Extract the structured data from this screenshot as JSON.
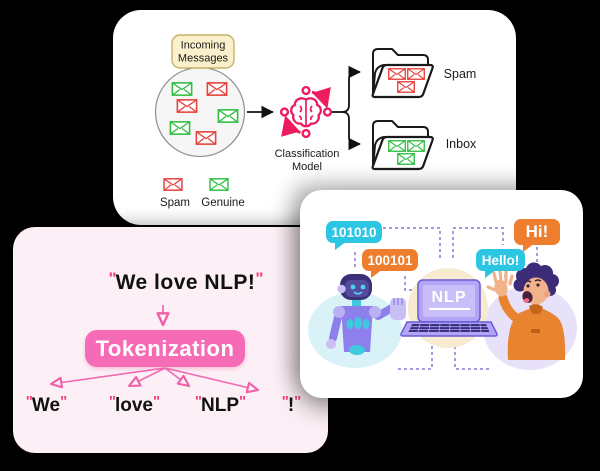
{
  "background_color": "#000000",
  "cards": {
    "spam_classifier": {
      "incoming_tag": {
        "line1": "Incoming",
        "line2": "Messages"
      },
      "legend": {
        "spam": "Spam",
        "genuine": "Genuine"
      },
      "model_label": {
        "line1": "Classification",
        "line2": "Model"
      },
      "folders": [
        {
          "label": "Spam",
          "envelope_color": "red"
        },
        {
          "label": "Inbox",
          "envelope_color": "green"
        }
      ]
    },
    "tokenization": {
      "quote": "\"",
      "sentence_text": "We love NLP!",
      "box_label": "Tokenization",
      "tokens": [
        {
          "text": "We"
        },
        {
          "text": "love"
        },
        {
          "text": "NLP"
        },
        {
          "text": "!"
        }
      ]
    },
    "nlp_illustration": {
      "bubbles": [
        {
          "text": "101010",
          "color": "#2cc5e2"
        },
        {
          "text": "100101",
          "color": "#ee7e2e"
        },
        {
          "text": "Hi!",
          "color": "#ee7e2e"
        },
        {
          "text": "Hello!",
          "color": "#2cc5e2"
        }
      ],
      "laptop_label": "NLP"
    }
  },
  "colors": {
    "crimson_model_icon": "#ec1c5f",
    "envelope_red": "#e8403a",
    "envelope_green": "#2fbe41",
    "tokenization_pink": "#f66bb6",
    "quote_pink": "#f4407e",
    "bubble_cyan": "#2cc5e2",
    "bubble_orange": "#ee7e2e",
    "laptop_purple": "#b3a5f5",
    "tag_cream": "#faf0cc",
    "pink_card_bg": "#fcf0f6"
  }
}
